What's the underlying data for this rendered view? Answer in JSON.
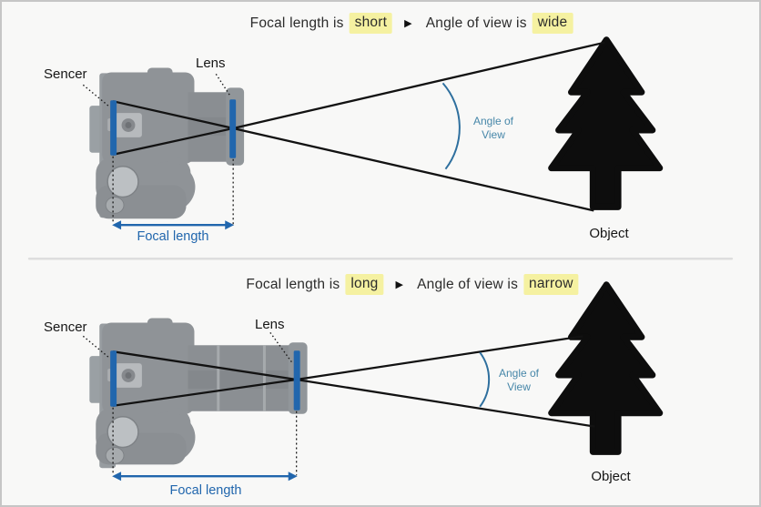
{
  "top": {
    "title": {
      "prefix": "Focal length is",
      "highlight1": "short",
      "separator": "▶",
      "middle": "Angle of view is",
      "highlight2": "wide"
    },
    "sensor_label": "Sencer",
    "lens_label": "Lens",
    "focal_length_label": "Focal length",
    "angle_of_view": {
      "line1": "Angle of",
      "line2": "View"
    },
    "object_label": "Object"
  },
  "bottom": {
    "title": {
      "prefix": "Focal length is",
      "highlight1": "long",
      "separator": "▶",
      "middle": "Angle of view is",
      "highlight2": "narrow"
    },
    "sensor_label": "Sencer",
    "lens_label": "Lens",
    "focal_length_label": "Focal length",
    "angle_of_view": {
      "line1": "Angle of",
      "line2": "View"
    },
    "object_label": "Object"
  },
  "colors": {
    "background": "#f8f8f7",
    "highlight_yellow": "#f5f1a1",
    "diagram_blue": "#2166ad",
    "angle_text_blue": "#4787a9",
    "arc_blue": "#2e6f9e",
    "camera_gray": "#8f9397",
    "object_black": "#0d0d0d",
    "title_text": "#2b2b2b"
  }
}
